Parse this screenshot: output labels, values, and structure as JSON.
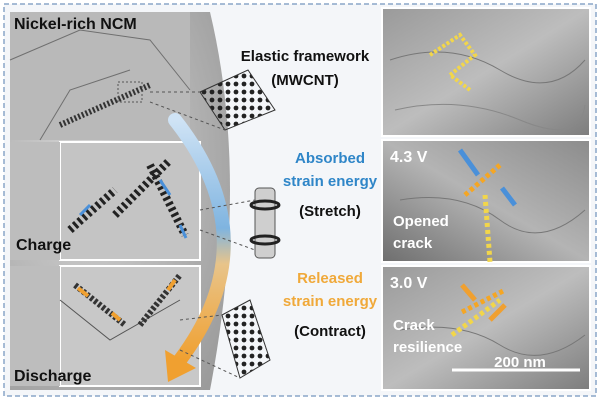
{
  "title": "Nickel-rich NCM",
  "framework_label_line1": "Elastic framework",
  "framework_label_line2": "(MWCNT)",
  "absorbed_line1": "Absorbed",
  "absorbed_line2": "strain energy",
  "stretch_label": "(Stretch)",
  "released_line1": "Released",
  "released_line2": "strain energy",
  "contract_label": "(Contract)",
  "charge_label": "Charge",
  "discharge_label": "Discharge",
  "voltage_high": "4.3 V",
  "voltage_low": "3.0 V",
  "opened_line1": "Opened",
  "opened_line2": "crack",
  "resilience_line1": "Crack",
  "resilience_line2": "resilience",
  "scale_bar": "200 nm",
  "colors": {
    "absorbed": "#2f86c8",
    "released": "#f0a93a",
    "frame_border": "#8aa5c8",
    "arrow_blue": "#4a90d9",
    "arrow_orange": "#f0a030",
    "crack_orange": "#f5a623",
    "crack_yellow": "#f2d64a"
  }
}
